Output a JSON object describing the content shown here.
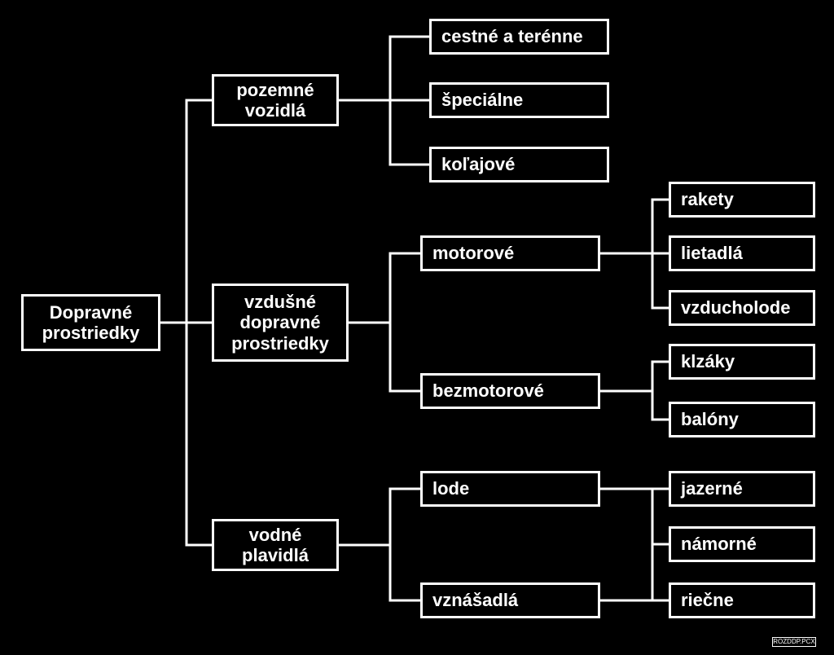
{
  "diagram": {
    "root": "Dopravné\nprostriedky",
    "level1": [
      "pozemné\nvozidlá",
      "vzdušné\ndopravné\nprostriedky",
      "vodné\nplavidlá"
    ],
    "ground_types": [
      "cestné a terénne",
      "špeciálne",
      "koľajové"
    ],
    "mid": [
      "motorové",
      "bezmotorové",
      "lode",
      "vznášadlá"
    ],
    "leaves": [
      "rakety",
      "lietadlá",
      "vzducholode",
      "klzáky",
      "balóny",
      "jazerné",
      "námorné",
      "riečne"
    ]
  },
  "colors": {
    "background": "#000000",
    "foreground": "#ffffff"
  },
  "file_label": "ROZDDP.PCX"
}
